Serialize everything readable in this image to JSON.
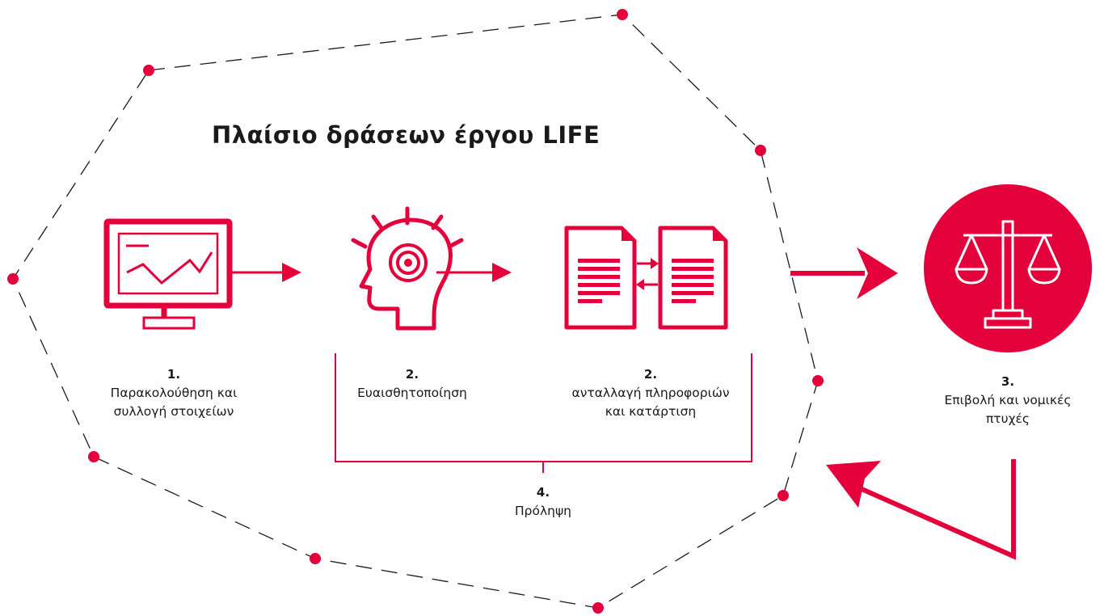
{
  "title": "Πλαίσιο δράσεων έργου LIFE",
  "colors": {
    "accent": "#E4003A",
    "text": "#1a1a1a",
    "dash": "#1a1a1a"
  },
  "steps": [
    {
      "number": "1.",
      "label_line1": "Παρακολούθηση και",
      "label_line2": "συλλογή στοιχείων",
      "icon": "monitor-chart-icon"
    },
    {
      "number": "2.",
      "label_line1": "Ευαισθητοποίηση",
      "label_line2": "",
      "icon": "head-target-icon"
    },
    {
      "number": "2.",
      "label_line1": "ανταλλαγή πληροφοριών",
      "label_line2": "και κατάρτιση",
      "icon": "document-exchange-icon"
    },
    {
      "number": "3.",
      "label_line1": "Επιβολή και νομικές",
      "label_line2": "πτυχές",
      "icon": "scales-icon"
    },
    {
      "number": "4.",
      "label_line1": "Πρόληψη",
      "label_line2": ""
    }
  ]
}
